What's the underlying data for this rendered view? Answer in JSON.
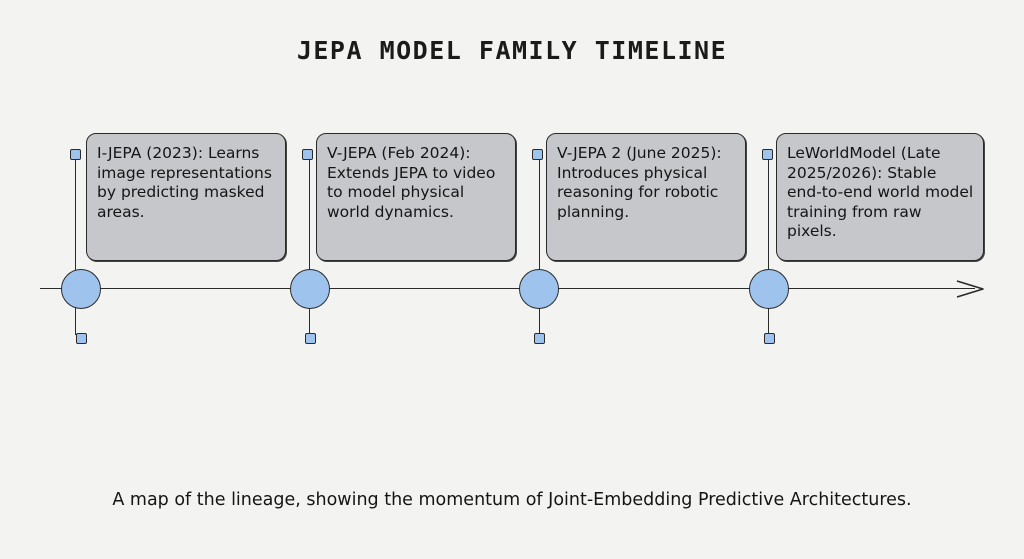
{
  "title": "JEPA MODEL FAMILY TIMELINE",
  "events": [
    {
      "label": "I-JEPA (2023): Learns image representations by predicting masked areas."
    },
    {
      "label": "V-JEPA (Feb 2024): Extends JEPA to video to model physical world dynamics."
    },
    {
      "label": "V-JEPA 2 (June 2025): Introduces physical reasoning for robotic planning."
    },
    {
      "label": "LeWorldModel (Late 2025/2026): Stable end-to-end world model training from raw pixels."
    }
  ],
  "caption": "A map of the lineage, showing the momentum of Joint-Embedding Predictive Architectures.",
  "colors": {
    "node": "#9ec4ee",
    "card": "#c6c7cb",
    "line": "#2a2a2a"
  }
}
